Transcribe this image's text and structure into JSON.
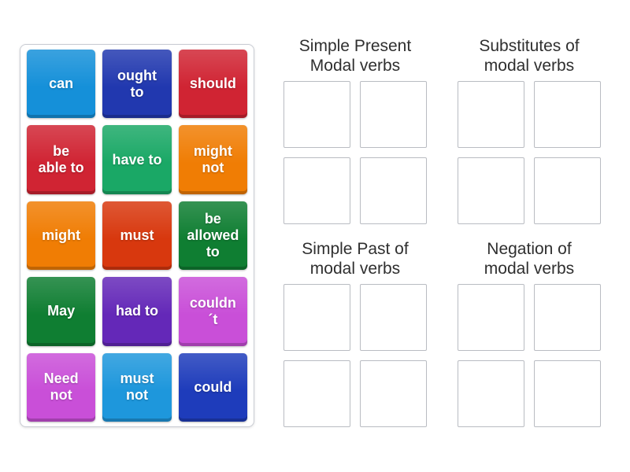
{
  "activity": {
    "type_label": "group-sort",
    "word_bank": {
      "tiles": [
        {
          "label": "can",
          "color": "#1590d9"
        },
        {
          "label": "ought\nto",
          "color": "#2138af"
        },
        {
          "label": "should",
          "color": "#d02433"
        },
        {
          "label": "be\nable to",
          "color": "#d02433"
        },
        {
          "label": "have to",
          "color": "#1aa866"
        },
        {
          "label": "might\nnot",
          "color": "#f07d04"
        },
        {
          "label": "might",
          "color": "#f07d04"
        },
        {
          "label": "must",
          "color": "#d8380e"
        },
        {
          "label": "be\nallowed\nto",
          "color": "#0f7e32"
        },
        {
          "label": "May",
          "color": "#0f7e32"
        },
        {
          "label": "had to",
          "color": "#6428b8"
        },
        {
          "label": "couldn\n´t",
          "color": "#c94fd8"
        },
        {
          "label": "Need\nnot",
          "color": "#c94fd8"
        },
        {
          "label": "must\nnot",
          "color": "#1e97dc"
        },
        {
          "label": "could",
          "color": "#1e3cbb"
        }
      ]
    },
    "groups": [
      {
        "title": "Simple Present\nModal verbs",
        "slot_count": 4
      },
      {
        "title": "Substitutes of\nmodal verbs",
        "slot_count": 4
      },
      {
        "title": "Simple Past of\nmodal verbs",
        "slot_count": 4
      },
      {
        "title": "Negation of\nmodal verbs",
        "slot_count": 4
      }
    ],
    "colors": {
      "page_background": "#ffffff",
      "panel_border": "#c9ccd3",
      "slot_border": "#b9bcc2",
      "title_text": "#2f2f2f",
      "tile_text": "#ffffff"
    }
  }
}
